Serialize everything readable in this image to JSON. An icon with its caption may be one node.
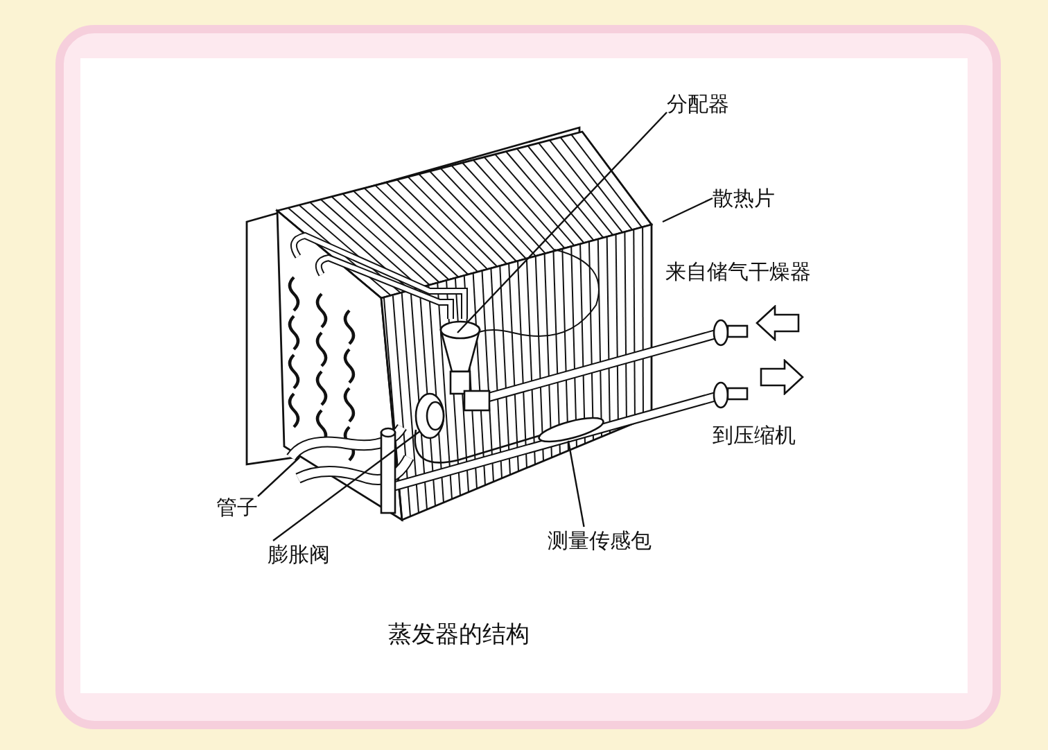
{
  "diagram": {
    "caption": "蒸发器的结构",
    "nodes": [
      {
        "text": [
          "分配器"
        ]
      },
      {
        "text": [
          "散热片"
        ]
      },
      {
        "text": [
          "管子"
        ]
      },
      {
        "text": [
          "膨胀阀"
        ]
      },
      {
        "text": [
          "测量传感包"
        ]
      }
    ],
    "edges": [
      {
        "from": 0,
        "to": null,
        "arrow": "none"
      },
      {
        "from": 1,
        "to": null,
        "arrow": "none"
      },
      {
        "from": 2,
        "to": null,
        "arrow": "none"
      },
      {
        "from": 3,
        "to": null,
        "arrow": "none"
      },
      {
        "from": 4,
        "to": null,
        "arrow": "none"
      }
    ],
    "labels": [
      "来自储气干燥器",
      "到压缩机"
    ]
  }
}
